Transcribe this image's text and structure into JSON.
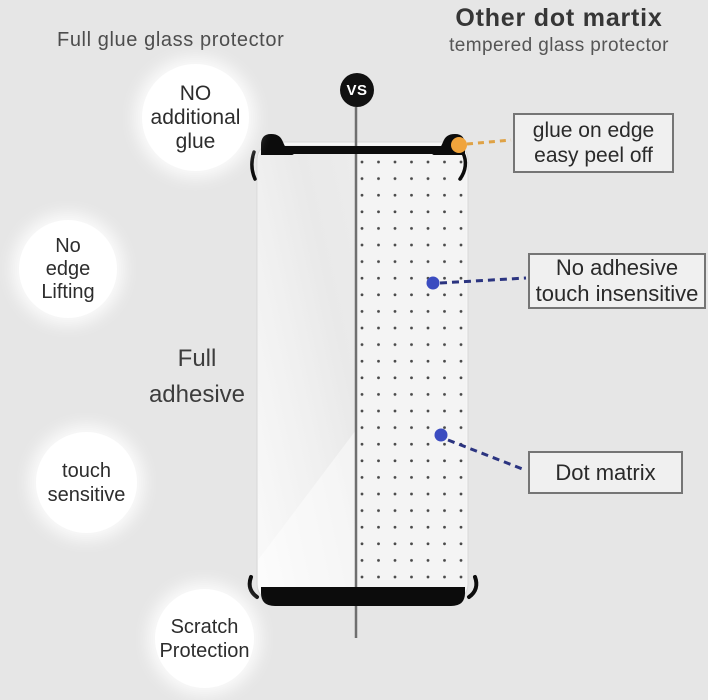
{
  "vs_badge": "VS",
  "left_product": {
    "title": "Full glue glass protector",
    "feature_bubbles": [
      {
        "lines": [
          "NO",
          "additional",
          "glue"
        ]
      },
      {
        "lines": [
          "No",
          "edge",
          "Lifting"
        ]
      },
      {
        "lines": [
          "touch",
          "sensitive"
        ]
      },
      {
        "lines": [
          "Scratch",
          "Protection"
        ]
      }
    ],
    "center_label": {
      "lines": [
        "Full",
        "adhesive"
      ]
    }
  },
  "right_product": {
    "title": "Other dot martix",
    "subtitle": "tempered glass protector",
    "callouts": [
      {
        "lines": [
          "glue on edge",
          "easy peel off"
        ]
      },
      {
        "lines": [
          "No adhesive",
          "touch insensitive"
        ]
      },
      {
        "lines": [
          "Dot matrix"
        ]
      }
    ]
  },
  "colors": {
    "background": "#e6e6e6",
    "phone_black": "#0c0c0c",
    "divider_gray": "#757575",
    "glue_dot_orange": "#f0a43c",
    "glue_line_orange": "#dfa245",
    "marker_blue": "#3b4cc0",
    "line_navy": "#2b3480",
    "dot_matrix_gray": "#4a4a4a"
  }
}
